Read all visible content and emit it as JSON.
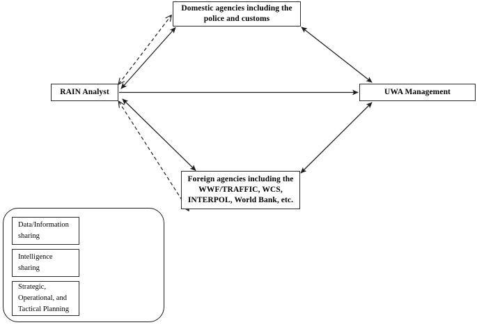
{
  "diagram": {
    "title": "RAIN information flow diagram",
    "background_color": "#ffffff",
    "line_color": "#1d1d1d",
    "nodes": {
      "domestic": {
        "label": "Domestic agencies including the police and customs",
        "lines": [
          "Domestic agencies including the",
          "police and customs"
        ]
      },
      "rain": {
        "label": "RAIN Analyst",
        "lines": [
          "RAIN Analyst"
        ]
      },
      "uwa": {
        "label": "UWA Management",
        "lines": [
          "UWA Management"
        ]
      },
      "foreign": {
        "label": "Foreign agencies including the WWF/TRAFFIC, WCS, INTERPOL, World Bank, etc.",
        "lines": [
          "Foreign agencies including the",
          "WWF/TRAFFIC, WCS,",
          "INTERPOL, World Bank, etc."
        ]
      }
    },
    "edges": [
      {
        "id": "rain-domestic-dashed",
        "from": "rain",
        "to": "domestic",
        "style": "dashed",
        "arrows": "both",
        "meaning": "Data/Information sharing"
      },
      {
        "id": "rain-domestic-solid",
        "from": "rain",
        "to": "domestic",
        "style": "solid",
        "arrows": "both",
        "meaning": "Intelligence sharing"
      },
      {
        "id": "rain-foreign-dashed",
        "from": "rain",
        "to": "foreign",
        "style": "dashed",
        "arrows": "both",
        "meaning": "Data/Information sharing"
      },
      {
        "id": "rain-foreign-solid",
        "from": "rain",
        "to": "foreign",
        "style": "solid",
        "arrows": "both",
        "meaning": "Intelligence sharing"
      },
      {
        "id": "rain-uwa-solid",
        "from": "rain",
        "to": "uwa",
        "style": "solid",
        "arrows": "to",
        "meaning": "Strategic, Operational, and Tactical Planning"
      },
      {
        "id": "domestic-uwa-solid",
        "from": "domestic",
        "to": "uwa",
        "style": "solid",
        "arrows": "both",
        "meaning": "Intelligence sharing"
      },
      {
        "id": "foreign-uwa-solid",
        "from": "foreign",
        "to": "uwa",
        "style": "solid",
        "arrows": "both",
        "meaning": "Intelligence sharing"
      }
    ]
  },
  "legend": {
    "items": [
      {
        "label": "Data/Information sharing",
        "lines": [
          "Data/Information",
          "sharing"
        ],
        "line_style": "dashed",
        "arrow": "open"
      },
      {
        "label": "Intelligence sharing",
        "lines": [
          "Intelligence",
          "sharing"
        ],
        "line_style": "solid",
        "arrow": "filled"
      },
      {
        "label": "Strategic, Operational, and Tactical Planning",
        "lines": [
          "Strategic,",
          "Operational, and",
          "Tactical Planning"
        ],
        "line_style": "solid",
        "arrow": "open"
      }
    ]
  }
}
